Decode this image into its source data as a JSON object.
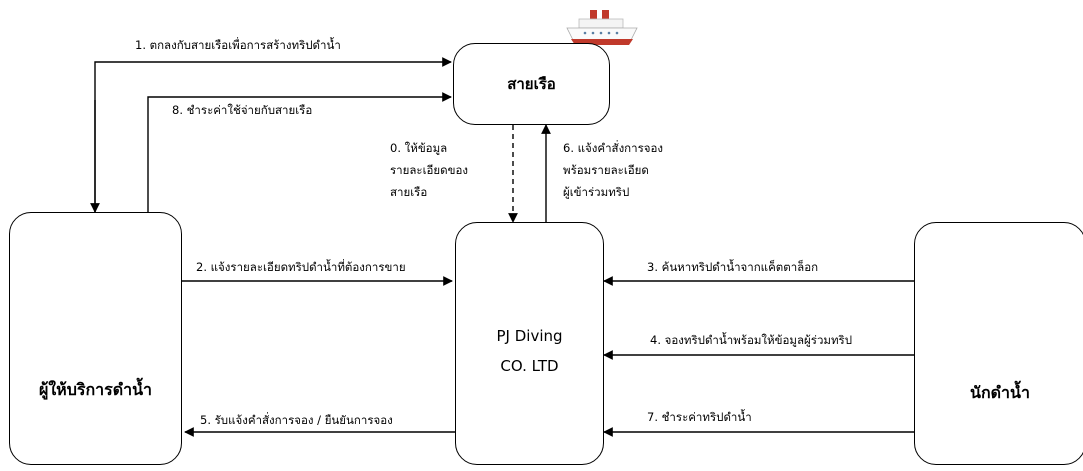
{
  "nodes": {
    "boat_company": {
      "label": "สายเรือ",
      "icon": "cruise-ship-icon"
    },
    "pj_diving": {
      "line1": "PJ Diving",
      "line2": "CO. LTD"
    },
    "provider": {
      "label": "ผู้ให้บริการดำน้ำ",
      "icon": "beach-hut-diver-icon"
    },
    "diver": {
      "label": "นักดำน้ำ",
      "icon": "scuba-diver-icon"
    }
  },
  "edges": [
    {
      "id": "e0",
      "lines": [
        "0. ให้ข้อมูล",
        "รายละเอียดของ",
        "สายเรือ"
      ],
      "style": "dashed"
    },
    {
      "id": "e1",
      "lines": [
        "1. ตกลงกับสายเรือเพื่อการสร้างทริปดำน้ำ"
      ],
      "style": "solid"
    },
    {
      "id": "e2",
      "lines": [
        "2. แจ้งรายละเอียดทริปดำน้ำที่ต้องการขาย"
      ],
      "style": "solid"
    },
    {
      "id": "e3",
      "lines": [
        "3. ค้นหาทริปดำน้ำจากแค็ตตาล็อก"
      ],
      "style": "solid"
    },
    {
      "id": "e4",
      "lines": [
        "4. จองทริปดำน้ำพร้อมให้ข้อมูลผู้ร่วมทริป"
      ],
      "style": "solid"
    },
    {
      "id": "e5",
      "lines": [
        "5. รับแจ้งคำสั่งการจอง / ยืนยันการจอง"
      ],
      "style": "solid"
    },
    {
      "id": "e6",
      "lines": [
        "6. แจ้งคำสั่งการจอง",
        "พร้อมรายละเอียด",
        "ผู้เข้าร่วมทริป"
      ],
      "style": "solid"
    },
    {
      "id": "e7",
      "lines": [
        "7. ชำระค่าทริปดำน้ำ"
      ],
      "style": "solid"
    },
    {
      "id": "e8",
      "lines": [
        "8. ชำระค่าใช้จ่ายกับสายเรือ"
      ],
      "style": "solid"
    }
  ]
}
